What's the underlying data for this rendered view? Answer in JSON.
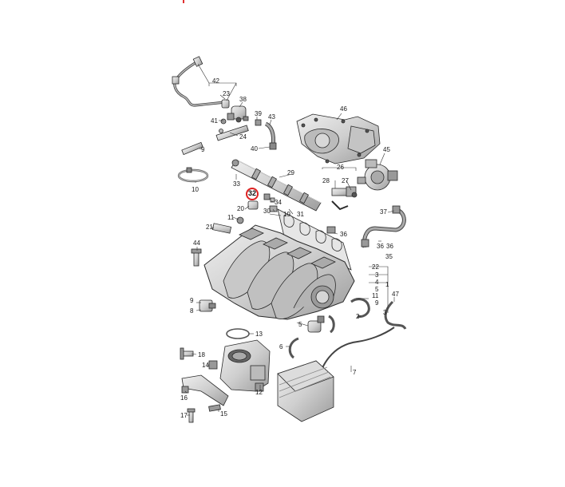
{
  "diagram": {
    "highlighted_part": "32",
    "highlight_color": "#d22222",
    "line_color": "#2a2a2a",
    "part_fill": "#d9d9d9",
    "part_shadow": "#b8b8b8",
    "callouts": {
      "c42": "42",
      "c23": "23",
      "c38": "38",
      "c39": "39",
      "c43": "43",
      "c46": "46",
      "c41": "41",
      "c24": "24",
      "c40": "40",
      "c9top": "9",
      "c45": "45",
      "c10": "10",
      "c29": "29",
      "c26": "26",
      "c33": "33",
      "c28": "28",
      "c27": "27",
      "c34": "34",
      "c20": "20",
      "c30": "30",
      "c31": "31",
      "c19": "19",
      "c37": "37",
      "c11a": "11",
      "c21": "21",
      "c36a": "36",
      "c44": "44",
      "c36b": "36",
      "c35": "35",
      "c22": "22",
      "c3": "3",
      "c4": "4",
      "c5": "5",
      "c1": "1",
      "c9b": "9",
      "c11b": "11",
      "c47": "47",
      "c8": "8",
      "c3b": "3",
      "c2": "2",
      "c13": "13",
      "c6": "6",
      "c18": "18",
      "c14": "14",
      "c7": "7",
      "c12": "12",
      "c16": "16",
      "c17": "17",
      "c15": "15"
    }
  }
}
